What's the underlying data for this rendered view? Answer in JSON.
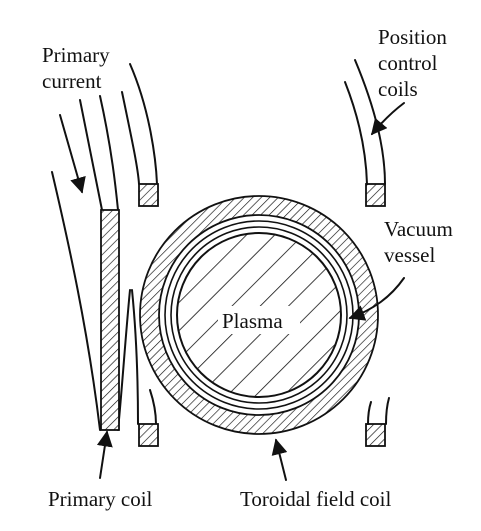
{
  "labels": {
    "primary_current": [
      "Primary",
      "current"
    ],
    "position_control_coils": [
      "Position",
      "control",
      "coils"
    ],
    "vacuum_vessel": [
      "Vacuum",
      "vessel"
    ],
    "plasma": "Plasma",
    "primary_coil": "Primary coil",
    "toroidal_field_coil": "Toroidal field coil"
  },
  "colors": {
    "ink": "#111111",
    "background": "#ffffff"
  }
}
